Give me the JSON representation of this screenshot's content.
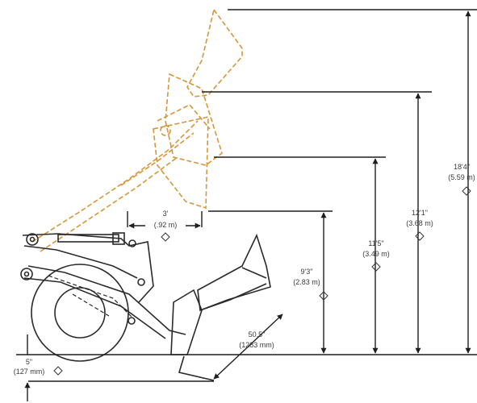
{
  "colors": {
    "ghost_outline": "#d8953a",
    "lines": "#1e1e1e",
    "background": "#ffffff"
  },
  "dimensions": {
    "reach": {
      "imperial": "3'",
      "metric": "(.92 m)"
    },
    "dump_height": {
      "imperial": "9'3\"",
      "metric": "(2.83 m)"
    },
    "pin_height_mid": {
      "imperial": "11'5\"",
      "metric": "(3.49 m)"
    },
    "pin_height_high": {
      "imperial": "12'1\"",
      "metric": "(3.68 m)"
    },
    "overall_height": {
      "imperial": "18'4\"",
      "metric": "(5.59 m)"
    },
    "dig_depth": {
      "imperial": "5\"",
      "metric": "(127 mm)"
    },
    "bucket_depth": {
      "imperial": "50.5\"",
      "metric": "(1283 mm)"
    }
  },
  "icons": {
    "diamond_marker": "diamond-icon",
    "arrow": "arrow-icon"
  }
}
